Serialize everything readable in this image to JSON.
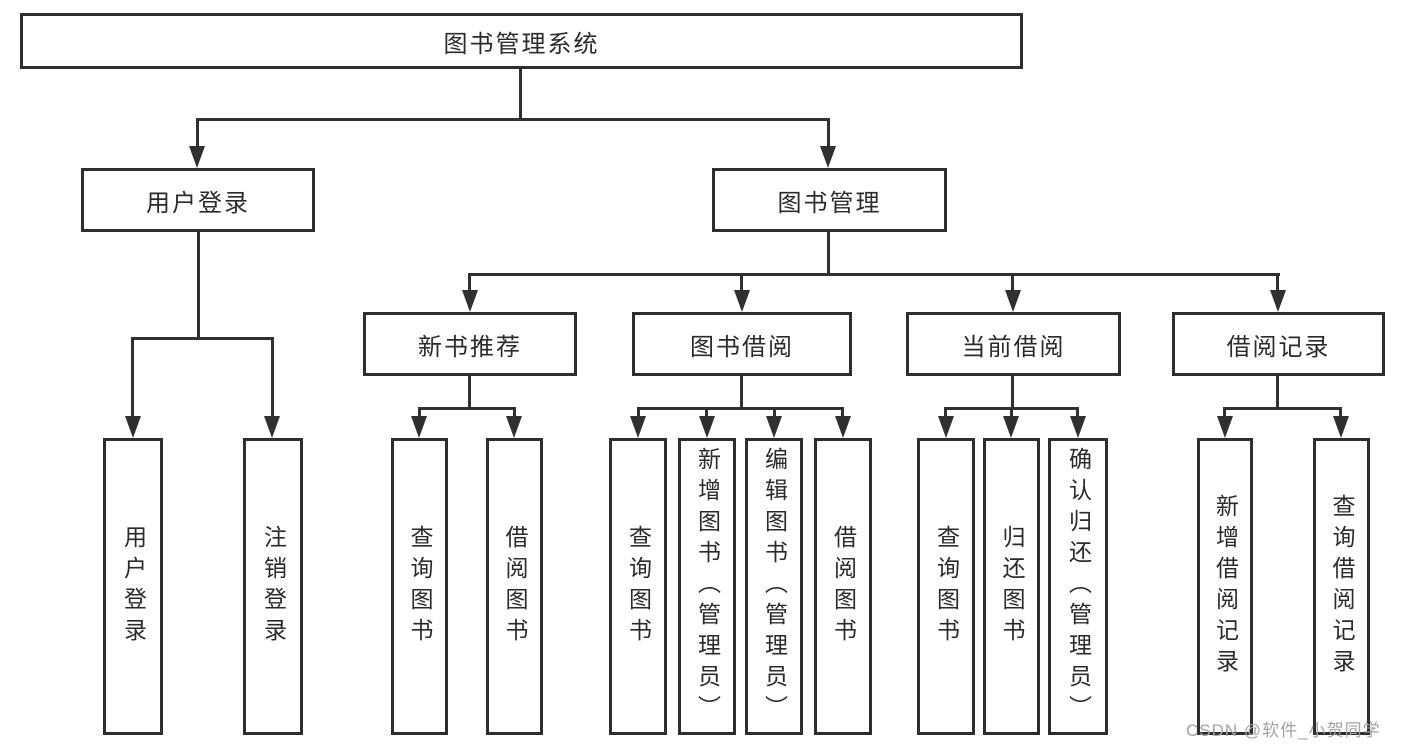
{
  "watermark": "CSDN @软件_小贺同学",
  "tree": {
    "root": "图书管理系统",
    "branches": [
      {
        "label": "用户登录",
        "children": [
          "用户登录",
          "注销登录"
        ]
      },
      {
        "label": "图书管理",
        "children": [
          {
            "label": "新书推荐",
            "children": [
              "查询图书",
              "借阅图书"
            ]
          },
          {
            "label": "图书借阅",
            "children": [
              "查询图书",
              "新增图书（管理员）",
              "编辑图书（管理员）",
              "借阅图书"
            ]
          },
          {
            "label": "当前借阅",
            "children": [
              "查询图书",
              "归还图书",
              "确认归还（管理员）"
            ]
          },
          {
            "label": "借阅记录",
            "children": [
              "新增借阅记录",
              "查询借阅记录"
            ]
          }
        ]
      }
    ]
  }
}
